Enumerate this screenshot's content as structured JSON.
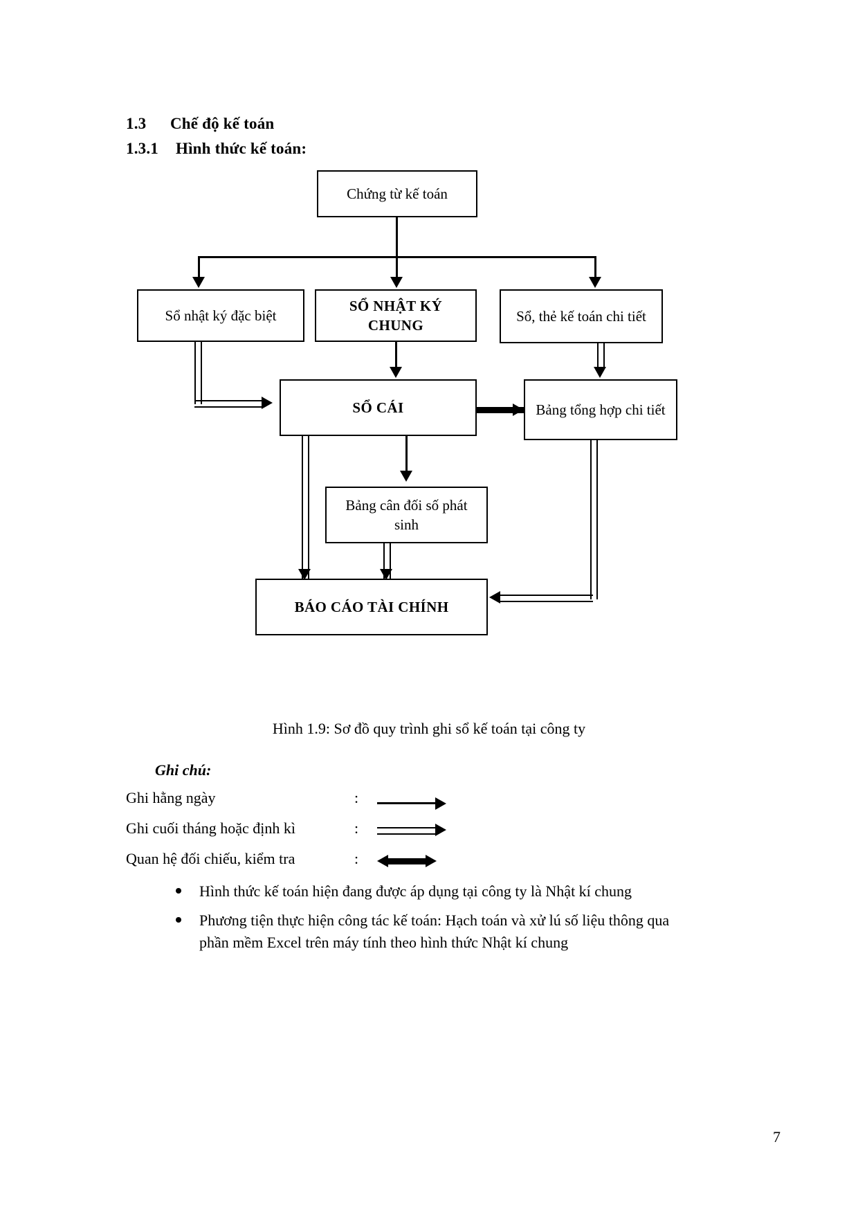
{
  "headings": {
    "section_number": "1.3",
    "section_title": "Chế độ kế toán",
    "subsection_number": "1.3.1",
    "subsection_title": "Hình thức kế toán:"
  },
  "diagram": {
    "nodes": {
      "chung_tu": "Chứng từ kế toán",
      "so_nhat_ky_dac_biet": "Sổ nhật ký đặc biệt",
      "so_nhat_ky_chung": "SỔ NHẬT KÝ CHUNG",
      "so_the_ke_toan_chi_tiet": "Sổ, thẻ kế toán chi tiết",
      "so_cai": "SỔ CÁI",
      "bang_tong_hop_chi_tiet": "Bảng tổng hợp chi tiết",
      "bang_can_doi": "Bảng cân đối số phát sinh",
      "bao_cao_tai_chinh": "BÁO CÁO TÀI CHÍNH"
    }
  },
  "caption": "Hình 1.9: Sơ đồ quy trình ghi sổ kế toán tại công ty",
  "legend": {
    "title": "Ghi chú:",
    "rows": [
      {
        "label": "Ghi hằng ngày",
        "colon": ":",
        "symbol": "single-arrow-right-icon"
      },
      {
        "label": "Ghi cuối tháng hoặc định kì",
        "colon": ":",
        "symbol": "double-arrow-right-icon"
      },
      {
        "label": "Quan hệ đối chiếu, kiểm tra",
        "colon": ":",
        "symbol": "double-headed-arrow-icon"
      }
    ]
  },
  "bullets": [
    "Hình thức kế toán hiện đang được áp dụng tại công ty là Nhật kí chung",
    "Phương tiện thực hiện công tác kế toán: Hạch toán và xử lú số liệu thông qua phần mềm Excel trên máy tính theo hình thức Nhật kí chung"
  ],
  "page_number": "7",
  "colors": {
    "ink": "#000000",
    "paper": "#ffffff"
  }
}
